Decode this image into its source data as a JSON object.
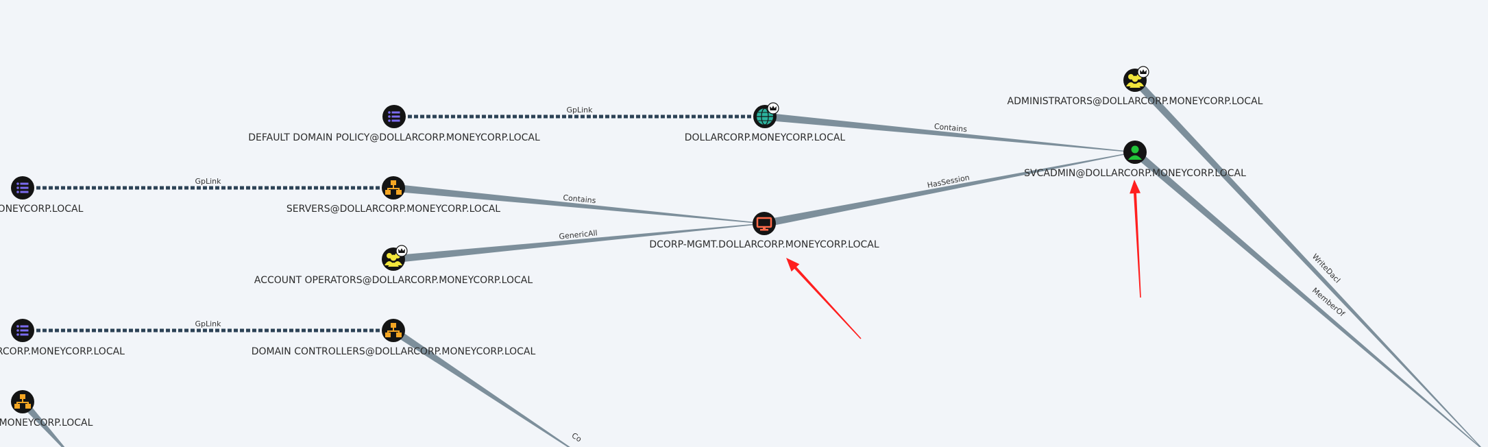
{
  "colors": {
    "background": "#f2f5f9",
    "node_bg": "#141414",
    "edge_solid": "#7d8f9b",
    "edge_dashed": "#2d4356",
    "gpo": "#7b6cf0",
    "ou": "#f5a623",
    "group": "#f2e63c",
    "domain": "#2bb39e",
    "user": "#22c53a",
    "computer": "#ff6b4a",
    "annotation_arrow": "#ff1f1f"
  },
  "nodes": [
    {
      "id": "gpo1",
      "type": "gpo",
      "icon": "list-icon",
      "label": "DEFAULT DOMAIN POLICY@DOLLARCORP.MONEYCORP.LOCAL"
    },
    {
      "id": "domain",
      "type": "domain",
      "icon": "globe-icon",
      "badge": "crown-badge-icon",
      "label": "DOLLARCORP.MONEYCORP.LOCAL"
    },
    {
      "id": "admins",
      "type": "group",
      "icon": "users-icon",
      "badge": "crown-badge-icon",
      "label": "ADMINISTRATORS@DOLLARCORP.MONEYCORP.LOCAL"
    },
    {
      "id": "svcadmin",
      "type": "user",
      "icon": "user-icon",
      "label": "SVCADMIN@DOLLARCORP.MONEYCORP.LOCAL"
    },
    {
      "id": "gpo2",
      "type": "gpo",
      "icon": "list-icon",
      "label": "ARCORP.MONEYCORP.LOCAL"
    },
    {
      "id": "servers",
      "type": "ou",
      "icon": "org-tree-icon",
      "label": "SERVERS@DOLLARCORP.MONEYCORP.LOCAL"
    },
    {
      "id": "dcorpmgmt",
      "type": "computer",
      "icon": "monitor-icon",
      "label": "DCORP-MGMT.DOLLARCORP.MONEYCORP.LOCAL"
    },
    {
      "id": "accops",
      "type": "group",
      "icon": "users-icon",
      "badge": "crown-badge-icon",
      "label": "ACCOUNT OPERATORS@DOLLARCORP.MONEYCORP.LOCAL"
    },
    {
      "id": "gpo3",
      "type": "gpo",
      "icon": "list-icon",
      "label": "POLICY@DOLLARCORP.MONEYCORP.LOCAL"
    },
    {
      "id": "dcs",
      "type": "ou",
      "icon": "org-tree-icon",
      "label": "DOMAIN CONTROLLERS@DOLLARCORP.MONEYCORP.LOCAL"
    },
    {
      "id": "ou4",
      "type": "ou",
      "icon": "org-tree-icon",
      "label": "LARCORP.MONEYCORP.LOCAL"
    }
  ],
  "edges": [
    {
      "from": "gpo1",
      "to": "domain",
      "label": "GpLink",
      "style": "dashed"
    },
    {
      "from": "domain",
      "to": "svcadmin",
      "label": "Contains",
      "style": "solid"
    },
    {
      "from": "gpo2",
      "to": "servers",
      "label": "GpLink",
      "style": "dashed"
    },
    {
      "from": "servers",
      "to": "dcorpmgmt",
      "label": "Contains",
      "style": "solid"
    },
    {
      "from": "accops",
      "to": "dcorpmgmt",
      "label": "GenericAll",
      "style": "solid"
    },
    {
      "from": "dcorpmgmt",
      "to": "svcadmin",
      "label": "HasSession",
      "style": "solid"
    },
    {
      "from": "gpo3",
      "to": "dcs",
      "label": "GpLink",
      "style": "dashed"
    },
    {
      "from": "admins",
      "to": "offscreen",
      "label": "WriteDacl",
      "style": "solid"
    },
    {
      "from": "svcadmin",
      "to": "offscreen",
      "label": "MemberOf",
      "style": "solid"
    },
    {
      "from": "dcs",
      "to": "offscreen",
      "label": "Co",
      "style": "solid"
    },
    {
      "from": "ou4",
      "to": "offscreen",
      "label": "",
      "style": "solid"
    }
  ]
}
